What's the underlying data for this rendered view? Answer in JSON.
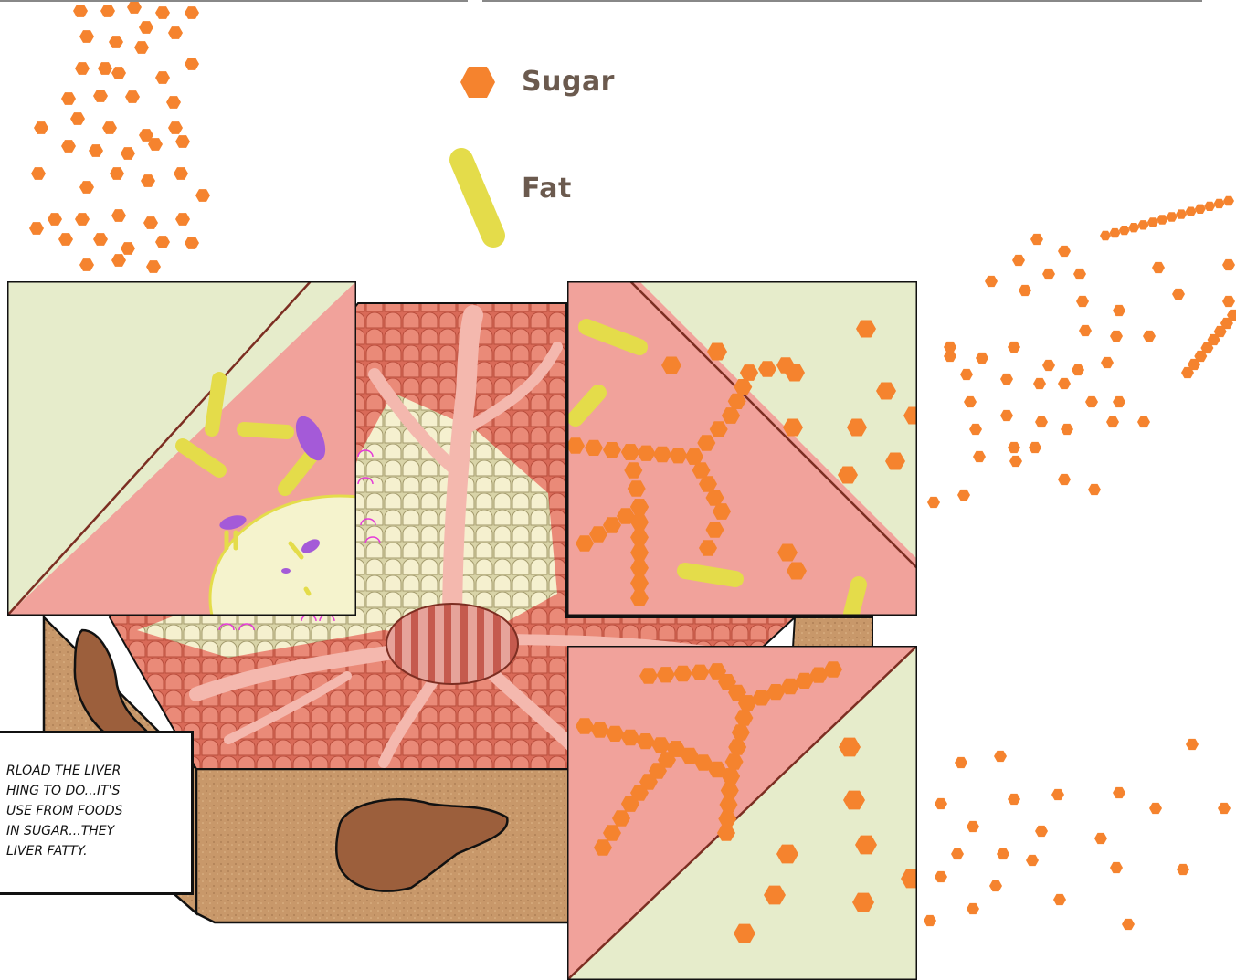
{
  "legend": {
    "sugar": {
      "label": "Sugar",
      "icon": "sugar-hexagon-icon",
      "color": "#f5832e"
    },
    "fat": {
      "label": "Fat",
      "icon": "fat-capsule-icon",
      "color": "#e4dc4a"
    }
  },
  "caption": {
    "text": "RLOAD THE LIVER\nHING TO DO...IT'S\nUSE FROM FOODS\nIN SUGAR...THEY\nLIVER FATTY."
  },
  "colors": {
    "sugar": "#f5832e",
    "fat": "#e4dc4a",
    "fat_purple": "#a45ad8",
    "tissue_pink": "#f2a39c",
    "cell_red": "#e07060",
    "cell_cream": "#f4efc8",
    "panel_bg": "#e6eccb",
    "box_brown": "#c69463",
    "liver_brown": "#9c5f3c",
    "outline": "#7c2e22"
  }
}
